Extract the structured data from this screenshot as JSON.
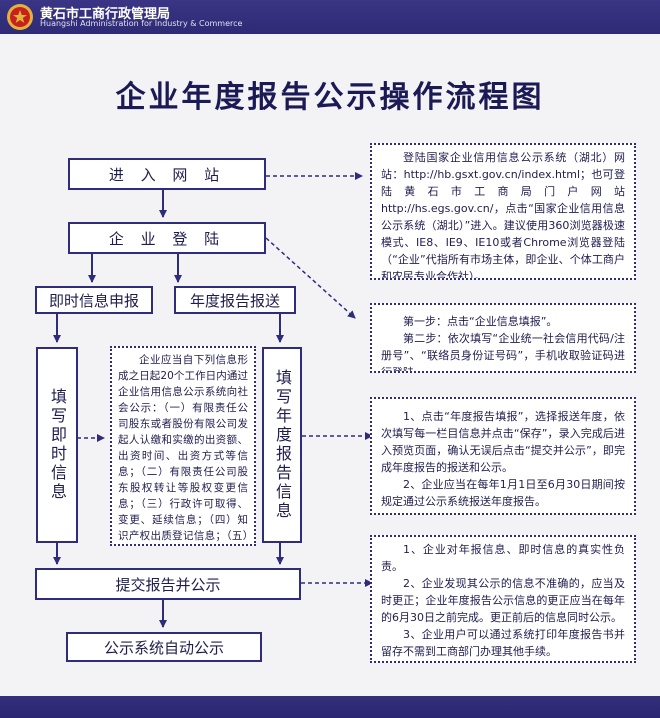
{
  "header": {
    "org_name": "黄石市工商行政管理局",
    "org_name_en": "Huangshi Administration for Industry & Commerce"
  },
  "title": "企业年度报告公示操作流程图",
  "flow": {
    "enter_site": "进 入 网 站",
    "login": "企 业 登 陆",
    "instant_report": "即时信息申报",
    "annual_report": "年度报告报送",
    "fill_instant": "填写即时信息",
    "fill_annual": "填写年度报告信息",
    "submit": "提交报告并公示",
    "auto_publish": "公示系统自动公示"
  },
  "notes": {
    "site_info": "登陆国家企业信用信息公示系统（湖北）网站：http://hb.gsxt.gov.cn/index.html；也可登陆黄石市工商局门户网站http://hs.egs.gov.cn/，点击“国家企业信用信息公示系统（湖北）”进入。建议使用360浏览器极速模式、IE8、IE9、IE10或者Chrome浏览器登陆（“企业”代指所有市场主体，即企业、个体工商户和农民专业合作社）。",
    "login_steps": [
      "第一步：点击“企业信息填报”。",
      "第二步：依次填写“企业统一社会信用代码/注册号”、“联络员身份证号码”，手机收取验证码进行登陆。"
    ],
    "instant_info": "企业应当自下列信息形成之日起20个工作日内通过企业信用信息公示系统向社会公示：（一）有限责任公司股东或者股份有限公司发起人认缴和实缴的出资额、出资时间、出资方式等信息；（二）有限责任公司股东股权转让等股权变更信息；（三）行政许可取得、变更、延续信息；（四）知识产权出质登记信息；（五）受到行政处罚的信息。",
    "annual_steps": [
      "1、点击“年度报告填报”，选择报送年度，依次填写每一栏目信息并点击“保存”，录入完成后进入预览页面，确认无误后点击“提交并公示”，即完成年度报告的报送和公示。",
      "2、企业应当在每年1月1日至6月30日期间按规定通过公示系统报送年度报告。"
    ],
    "responsibility": [
      "1、企业对年报信息、即时信息的真实性负责。",
      "2、企业发现其公示的信息不准确的，应当及时更正；企业年度报告公示信息的更正应当在每年的6月30日之前完成。更正前后的信息同时公示。",
      "3、企业用户可以通过系统打印年度报告书并留存不需到工商部门办理其他手续。"
    ]
  },
  "colors": {
    "header": "#2e2a75",
    "line": "#2f2c7c",
    "emblem_red": "#c8201f",
    "emblem_gold": "#e3b23c"
  }
}
